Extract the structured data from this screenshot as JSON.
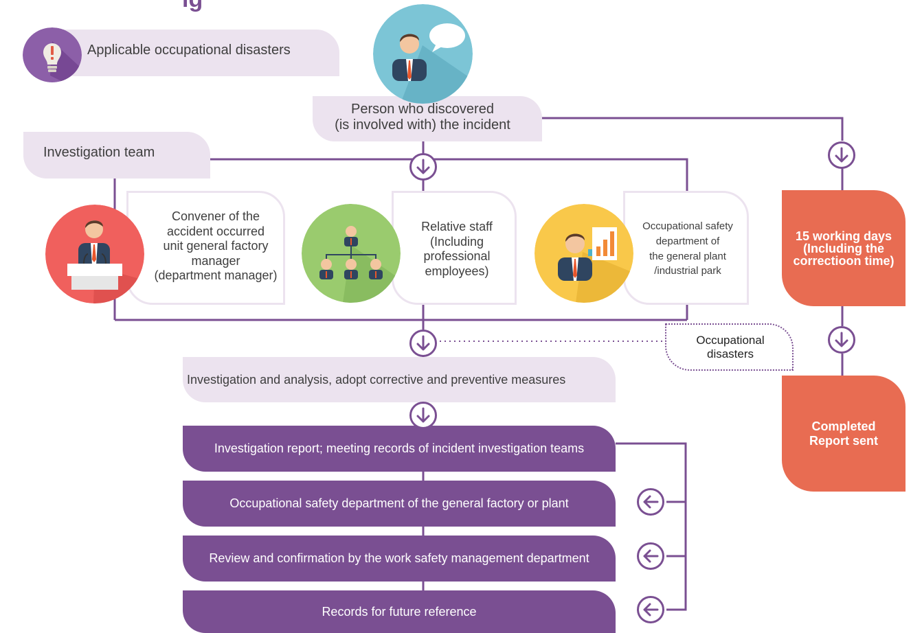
{
  "header": {
    "title_fragment": "ig",
    "applicable_label": "Applicable occupational disasters"
  },
  "nodes": {
    "discoverer": "Person who discovered\n(is involved with) the incident",
    "team": "Investigation team",
    "convener": "Convener of the\naccident occurred\nunit general factory\nmanager\n(department manager)",
    "staff": "Relative staff\n(Including\nprofessional\nemployees)",
    "safety_dept": "Occupational safety\ndepartment of\nthe general plant\n/industrial park",
    "occupational_disasters": "Occupational\ndisasters",
    "analysis": "Investigation and analysis, adopt corrective and preventive measures"
  },
  "steps": [
    "Investigation report; meeting records of incident investigation teams",
    "Occupational safety department of the general factory or plant",
    "Review and confirmation by the work safety management department",
    "Records for future reference"
  ],
  "side": {
    "deadline": "15 working days\n(Including the\ncorrectioon time)",
    "completed": "Completed\nReport sent"
  },
  "colors": {
    "line_purple": "#7a4f92",
    "box_lavender": "#ece3ef",
    "step_purple": "#7a4f92",
    "side_orange": "#e86c52",
    "red_circle": "#f0605d",
    "green_circle": "#9acb6e",
    "yellow_circle": "#f9c84a",
    "blue_circle": "#7cc5d6",
    "violet_circle": "#8c5fa8"
  },
  "icons": {
    "applicable": "lightbulb-icon",
    "discoverer": "person-speech-icon",
    "convener": "speaker-podium-icon",
    "staff": "org-chart-icon",
    "safety_dept": "person-chart-icon",
    "down_arrow": "arrow-down-circle-icon",
    "left_arrow": "arrow-left-circle-icon"
  }
}
